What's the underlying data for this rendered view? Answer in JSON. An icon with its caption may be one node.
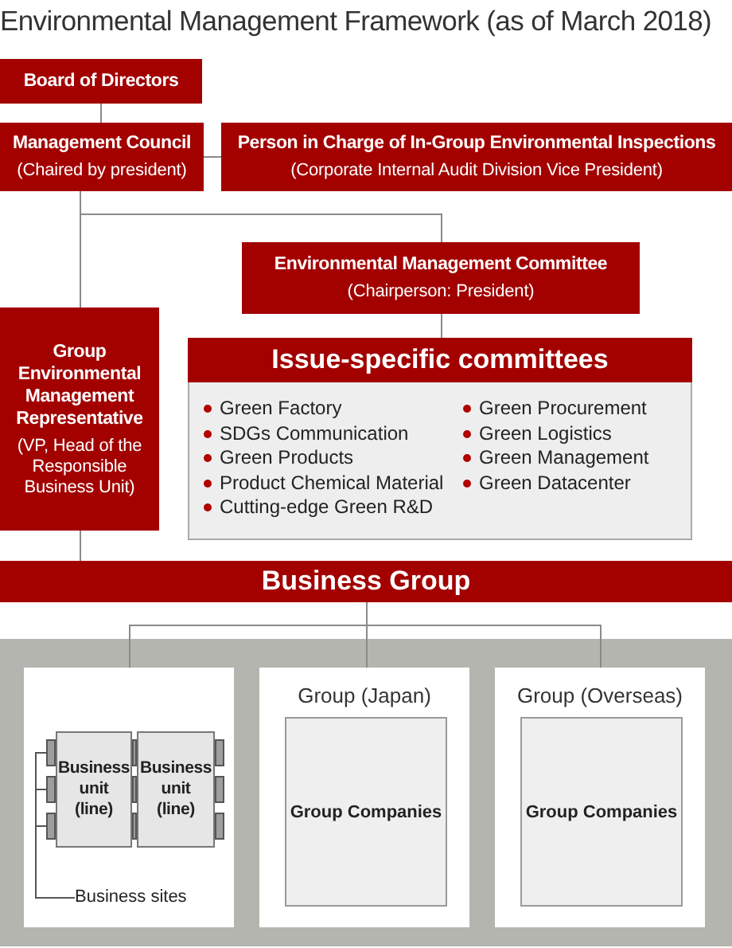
{
  "diagram": {
    "title": "Environmental Management Framework (as of March 2018)",
    "nodes": [
      {
        "text": [
          "Board of Directors"
        ]
      },
      {
        "text": [
          "Management Council",
          "(Chaired by president)"
        ]
      },
      {
        "text": [
          "Person in Charge of In-Group Environmental Inspections",
          "(Corporate Internal Audit Division Vice President)"
        ]
      },
      {
        "text": [
          "Environmental Management Committee",
          "(Chairperson: President)"
        ]
      },
      {
        "text": [
          "Group Environmental Management Representative",
          "(VP, Head of the Responsible Business Unit)"
        ]
      },
      {
        "text": [
          "Issue-specific committees",
          "Green Factory",
          "SDGs Communication",
          "Green Products",
          "Product Chemical Material",
          "Cutting-edge Green R&D",
          "Green Procurement",
          "Green Logistics",
          "Green Management",
          "Green Datacenter"
        ]
      },
      {
        "text": [
          "Business Group"
        ]
      },
      {
        "text": [],
        "shape": "box"
      },
      {
        "text": [
          "Business unit (line)"
        ],
        "in": 7
      },
      {
        "text": [
          "Business unit (line)"
        ],
        "in": 7
      },
      {
        "text": [],
        "shape": "box",
        "in": 7
      },
      {
        "text": [],
        "shape": "box",
        "in": 7
      },
      {
        "text": [],
        "shape": "box",
        "in": 7
      },
      {
        "text": [],
        "shape": "box",
        "in": 7
      },
      {
        "text": [],
        "shape": "box",
        "in": 7
      },
      {
        "text": [],
        "shape": "box",
        "in": 7
      },
      {
        "text": [],
        "shape": "box",
        "in": 7
      },
      {
        "text": [],
        "shape": "box",
        "in": 7
      },
      {
        "text": [],
        "shape": "box",
        "in": 7
      },
      {
        "text": [
          "Business sites"
        ],
        "in": 7
      },
      {
        "text": [
          "Group (Japan)"
        ]
      },
      {
        "text": [
          "Group Companies"
        ],
        "in": 20
      },
      {
        "text": [
          "Group (Overseas)"
        ]
      },
      {
        "text": [
          "Group Companies"
        ],
        "in": 22
      }
    ],
    "edges": [
      {
        "from": 0,
        "to": 1,
        "arrow": "none"
      },
      {
        "from": 1,
        "to": 2,
        "arrow": "none"
      },
      {
        "from": 1,
        "to": 3,
        "arrow": "none"
      },
      {
        "from": 3,
        "to": 5,
        "arrow": "none"
      },
      {
        "from": 1,
        "to": 4,
        "arrow": "none"
      },
      {
        "from": 4,
        "to": 6,
        "arrow": "none"
      },
      {
        "from": 6,
        "to": 7,
        "arrow": "none"
      },
      {
        "from": 6,
        "to": 20,
        "arrow": "none"
      },
      {
        "from": 6,
        "to": 22,
        "arrow": "none"
      },
      {
        "from": 19,
        "to": 10,
        "arrow": "none",
        "color": "#555555"
      },
      {
        "from": 19,
        "to": 11,
        "arrow": "none",
        "color": "#555555"
      },
      {
        "from": 19,
        "to": 12,
        "arrow": "none",
        "color": "#555555"
      }
    ]
  }
}
